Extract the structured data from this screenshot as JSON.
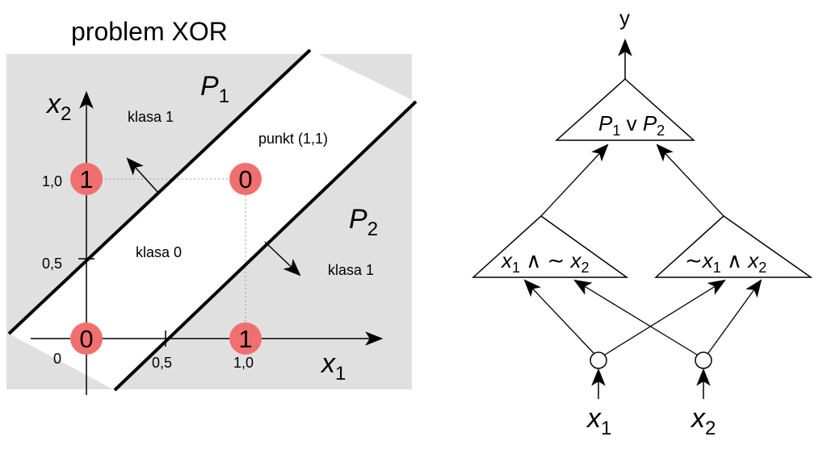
{
  "title": "problem XOR",
  "plot": {
    "axis_x": {
      "var": "x",
      "sub": "1",
      "tick_05": "0,5",
      "tick_10": "1,0"
    },
    "axis_y": {
      "var": "x",
      "sub": "2",
      "tick_05": "0,5",
      "tick_10": "1,0"
    },
    "origin_label": "0",
    "points": [
      {
        "id": "point-0-0",
        "label": "0",
        "x1": 0,
        "x2": 0
      },
      {
        "id": "point-1-0",
        "label": "1",
        "x1": 1,
        "x2": 0
      },
      {
        "id": "point-0-1",
        "label": "1",
        "x1": 0,
        "x2": 1
      },
      {
        "id": "point-1-1",
        "label": "0",
        "x1": 1,
        "x2": 1
      }
    ],
    "line_p1": {
      "letter": "P",
      "sub": "1"
    },
    "line_p2": {
      "letter": "P",
      "sub": "2"
    },
    "regions": {
      "upper": "klasa 1",
      "middle": "klasa 0",
      "lower": "klasa 1"
    },
    "annotation": "punkt (1,1)",
    "colors": {
      "shade": "#e0e0e0",
      "point_fill": "#f07070"
    }
  },
  "network": {
    "output_label": "y",
    "top_node": {
      "a": "P",
      "a_sub": "1",
      "op": " v ",
      "b": "P",
      "b_sub": "2"
    },
    "left_node": {
      "a": "x",
      "a_sub": "1",
      "op": " ∧ ∼ ",
      "b": "x",
      "b_sub": "2"
    },
    "right_node": {
      "pre": "∼",
      "a": "x",
      "a_sub": "1",
      "op": " ∧ ",
      "b": "x",
      "b_sub": "2"
    },
    "input_1": {
      "var": "x",
      "sub": "1"
    },
    "input_2": {
      "var": "x",
      "sub": "2"
    }
  }
}
